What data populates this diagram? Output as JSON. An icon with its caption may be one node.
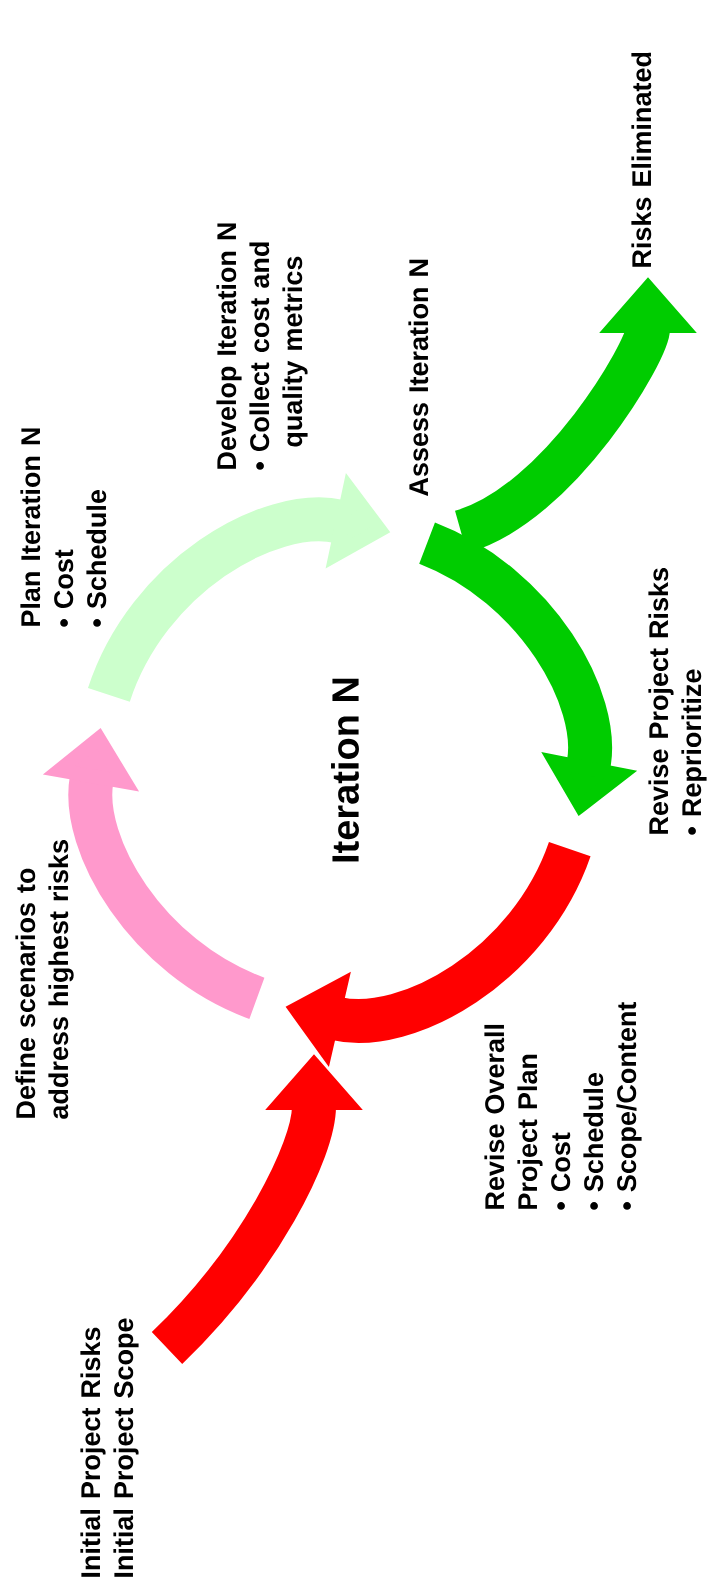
{
  "diagram": {
    "nodes": [
      {
        "text": [
          "Initial Project Risks",
          "Initial Project Scope"
        ]
      },
      {
        "text": [
          "Define scenarios to address highest risks"
        ]
      },
      {
        "text": [
          "Plan Iteration N",
          "• Cost",
          "• Schedule"
        ]
      },
      {
        "text": [
          "Develop Iteration N",
          "• Collect cost and quality metrics"
        ]
      },
      {
        "text": [
          "Assess Iteration N"
        ]
      },
      {
        "text": [
          "Risks Eliminated"
        ]
      },
      {
        "text": [
          "Revise Project Risks",
          "• Reprioritize"
        ]
      },
      {
        "text": [
          "Revise Overall Project Plan",
          "• Cost",
          "• Schedule",
          "• Scope/Content"
        ]
      }
    ],
    "edges": [
      {
        "from": 0,
        "to": null,
        "arrow": "to",
        "color": "#ff0000"
      },
      {
        "from": null,
        "to": 1,
        "arrow": "to",
        "color": "#ff99cc"
      },
      {
        "from": 2,
        "to": 4,
        "arrow": "to",
        "color": "#ccffcc"
      },
      {
        "from": 4,
        "to": 6,
        "arrow": "to",
        "color": "#00cc00"
      },
      {
        "from": 6,
        "to": null,
        "arrow": "to",
        "color": "#ff0000"
      },
      {
        "from": 4,
        "to": 5,
        "arrow": "to",
        "color": "#00cc00"
      }
    ],
    "labels": [
      "Iteration N"
    ]
  }
}
